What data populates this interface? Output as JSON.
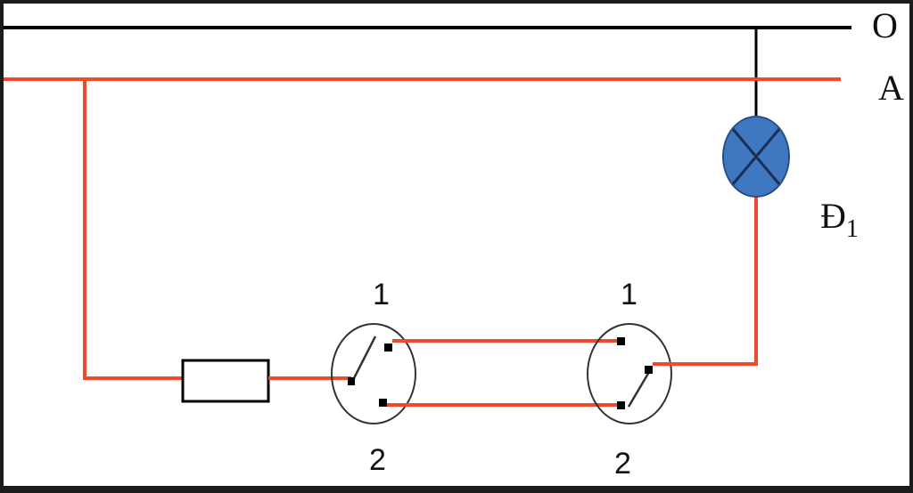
{
  "labels": {
    "neutral": "O",
    "phase": "A",
    "lamp": "Đ",
    "lamp_sub": "1",
    "switch1_top": "1",
    "switch1_bottom": "2",
    "switch2_top": "1",
    "switch2_bottom": "2"
  },
  "colors": {
    "neutral_wire": "#000000",
    "phase_wire": "#f04a2a",
    "lamp_fill": "#3f78c0",
    "background": "#ffffff",
    "frame": "#1c1c1c"
  }
}
